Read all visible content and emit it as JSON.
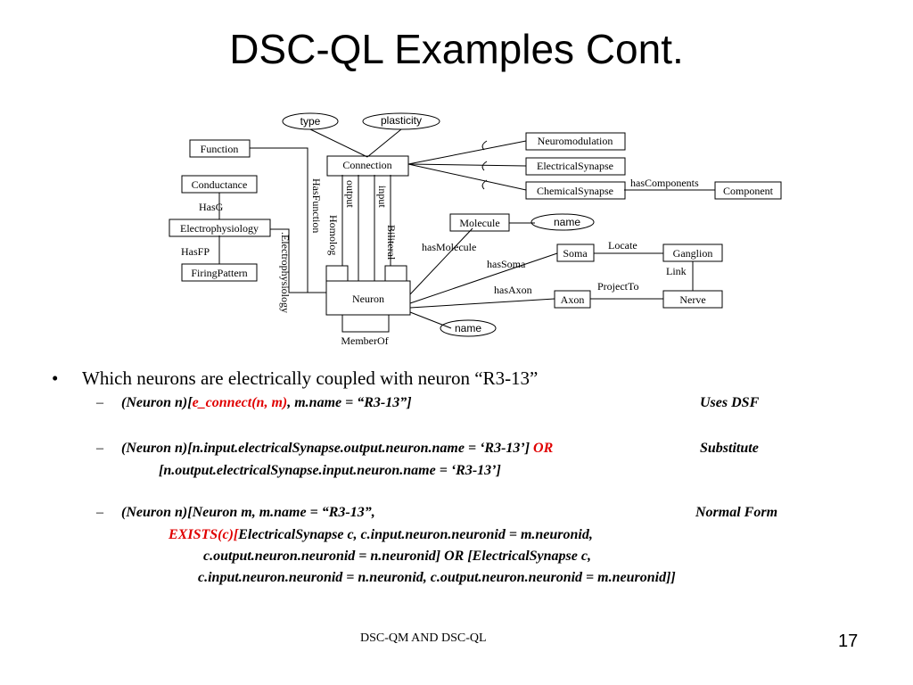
{
  "title": "DSC-QL Examples Cont.",
  "diagram": {
    "boxes": {
      "function": "Function",
      "conductance": "Conductance",
      "electrophysiology": "Electrophysiology",
      "firing_pattern": "FiringPattern",
      "connection": "Connection",
      "neuron": "Neuron",
      "neuromodulation": "Neuromodulation",
      "electrical_synapse": "ElectricalSynapse",
      "chemical_synapse": "ChemicalSynapse",
      "component": "Component",
      "molecule": "Molecule",
      "soma": "Soma",
      "ganglion": "Ganglion",
      "axon": "Axon",
      "nerve": "Nerve"
    },
    "ovals": {
      "type": "type",
      "plasticity": "plasticity",
      "molecule_name": "name",
      "neuron_name": "name"
    },
    "labels": {
      "has_g": "HasG",
      "has_fp": "HasFP",
      "has_function": "HasFunction",
      "output": "output",
      "homolog": "Homolog",
      "input": "input",
      "biliteral": "Biliteral",
      "electrophysiology_rel": ".Electrophysiology",
      "has_components": "hasComponents",
      "has_molecule": "hasMolecule",
      "has_soma": "hasSoma",
      "has_axon": "hasAxon",
      "locate": "Locate",
      "link": "Link",
      "project_to": "ProjectTo",
      "member_of": "MemberOf"
    }
  },
  "bullet": {
    "marker": "•",
    "text": "Which neurons are electrically coupled with neuron “R3-13”"
  },
  "subitems": {
    "item1": {
      "dash": "–",
      "pre": "(Neuron n)[",
      "red": "e_connect(n, m)",
      "post": ", m.name = “R3-13”]",
      "note": "Uses DSF"
    },
    "item2": {
      "dash": "–",
      "line1": "(Neuron n)[n.input.electricalSynapse.output.neuron.name = ‘R3-13’]",
      "or": "OR",
      "note": "Substitute",
      "line2": "[n.output.electricalSynapse.input.neuron.name = ‘R3-13’]"
    },
    "item3": {
      "dash": "–",
      "line1": "(Neuron n)[Neuron m, m.name = “R3-13”,",
      "note": "Normal Form",
      "red": "EXISTS(c)[",
      "line2": "ElectricalSynapse c, c.input.neuron.neuronid = m.neuronid,",
      "line3": "c.output.neuron.neuronid = n.neuronid] OR [ElectricalSynapse c,",
      "line4": "c.input.neuron.neuronid = n.neuronid, c.output.neuron.neuronid = m.neuronid]]"
    }
  },
  "footer": "DSC-QM AND DSC-QL",
  "page_number": "17"
}
